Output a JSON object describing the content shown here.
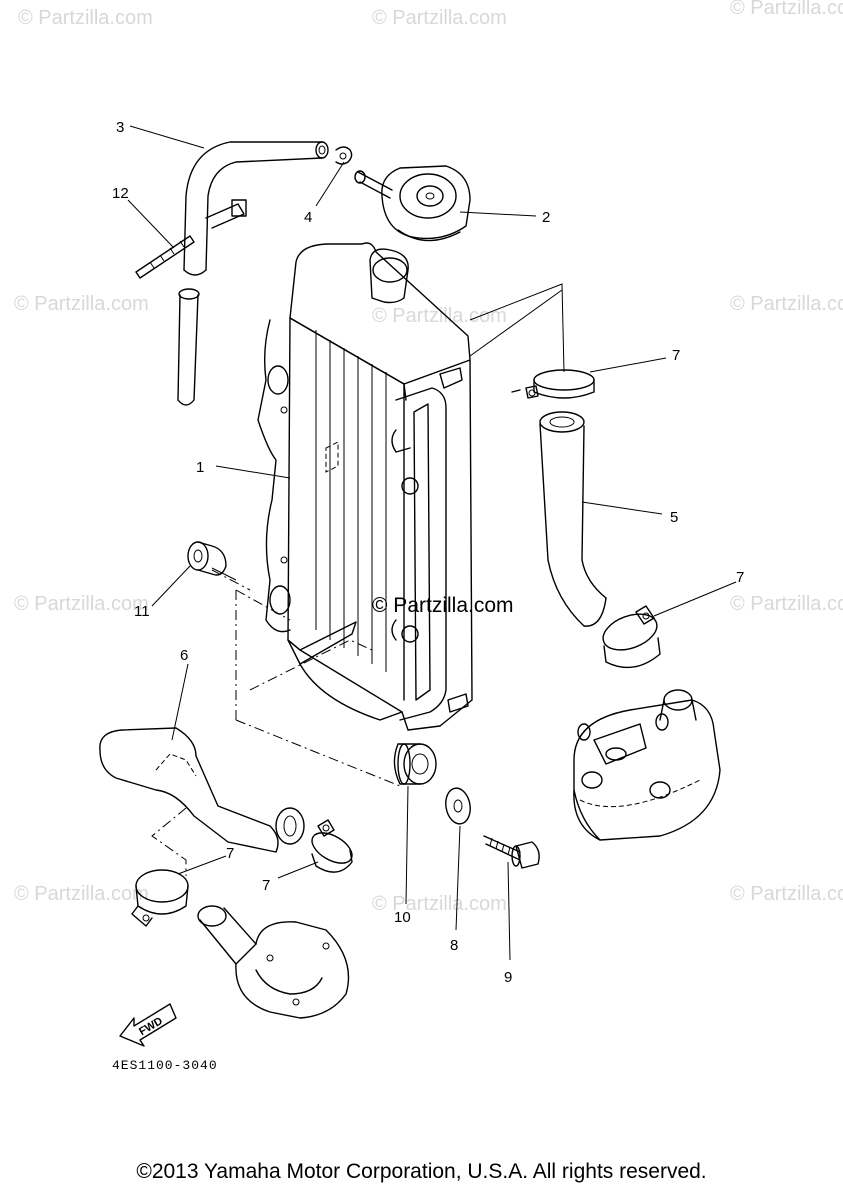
{
  "watermark": {
    "text": "© Partzilla.com",
    "center_text": "© Partzilla.com"
  },
  "callouts": [
    "1",
    "2",
    "3",
    "4",
    "5",
    "6",
    "7",
    "8",
    "9",
    "10",
    "11",
    "12"
  ],
  "labels": {
    "p1": "1",
    "p2": "2",
    "p3": "3",
    "p4": "4",
    "p5": "5",
    "p6": "6",
    "p7a": "7",
    "p7b": "7",
    "p7c": "7",
    "p7d": "7",
    "p8": "8",
    "p9": "9",
    "p10": "10",
    "p11": "11",
    "p12": "12"
  },
  "direction_arrow": "FWD",
  "diagram_code": "4ES1100-3040",
  "copyright": "©2013 Yamaha Motor Corporation, U.S.A. All rights reserved."
}
